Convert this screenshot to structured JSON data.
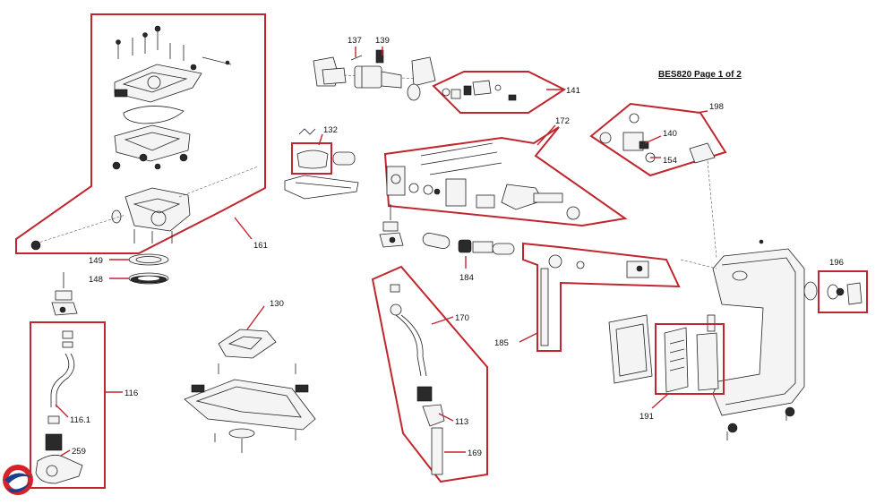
{
  "page": {
    "title": "BES820 Page 1 of 2"
  },
  "callouts": {
    "c137": "137",
    "c139": "139",
    "c141": "141",
    "c132": "132",
    "c172": "172",
    "c198": "198",
    "c140": "140",
    "c154": "154",
    "c161": "161",
    "c149": "149",
    "c148": "148",
    "c130": "130",
    "c116": "116",
    "c116_1": "116.1",
    "c259": "259",
    "c170": "170",
    "c113": "113",
    "c169": "169",
    "c184": "184",
    "c185": "185",
    "c196": "196",
    "c191": "191"
  },
  "colors": {
    "group_outline": "#c0262d",
    "line_art": "#222222",
    "logo_red": "#d6232a",
    "logo_blue": "#1b3e8f"
  },
  "icons": {
    "brand_logo": "brand-logo-icon"
  }
}
